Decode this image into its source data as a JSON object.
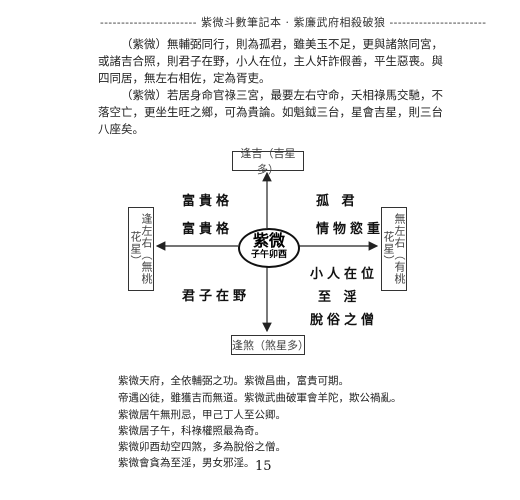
{
  "header": "----------------------- 紫微斗數筆記本 · 紫廉武府相殺破狼 -----------------------",
  "paragraphs": [
    "（紫微）無輔弼同行，則為孤君，雖美玉不足，更與諸煞同宮，或諸吉合照，則君子在野，小人在位，主人奸詐假善，平生惡喪。與四同居，無左右相佐，定為胥吏。",
    "（紫微）若居身命官祿三宮，最要左右守命，夭相祿馬交馳，不落空亡，更坐生旺之鄉，可為貴論。如魁鉞三台，星會吉星，則三台八座矣。"
  ],
  "diagram": {
    "top": "逢吉（吉星多）",
    "bottom": "逢煞（煞星多）",
    "left": "逢左右（無桃花星）",
    "right": "無左右（有桃花星）",
    "center_main": "紫微",
    "center_sub": "子午卯酉",
    "upper_left": [
      "富貴格",
      "富貴格"
    ],
    "upper_right": [
      "孤 君",
      "情物慾重"
    ],
    "lower_left": [
      "君子在野"
    ],
    "lower_right": [
      "小人在位",
      "至 淫",
      "脫俗之僧"
    ]
  },
  "bottom_lines": [
    "紫微天府，全依輔弼之功。紫微昌曲，富貴可期。",
    "帝遇凶徒，雖獲吉而無道。紫微武曲破軍會羊陀，欺公禍亂。",
    "紫微居午無刑忌，甲己丁人至公卿。",
    "紫微居子午，科祿權照最為奇。",
    "紫微卯酉劫空四煞，多為脫俗之僧。",
    "紫微會貪為至淫，男女邪淫。"
  ],
  "page_number": "15"
}
